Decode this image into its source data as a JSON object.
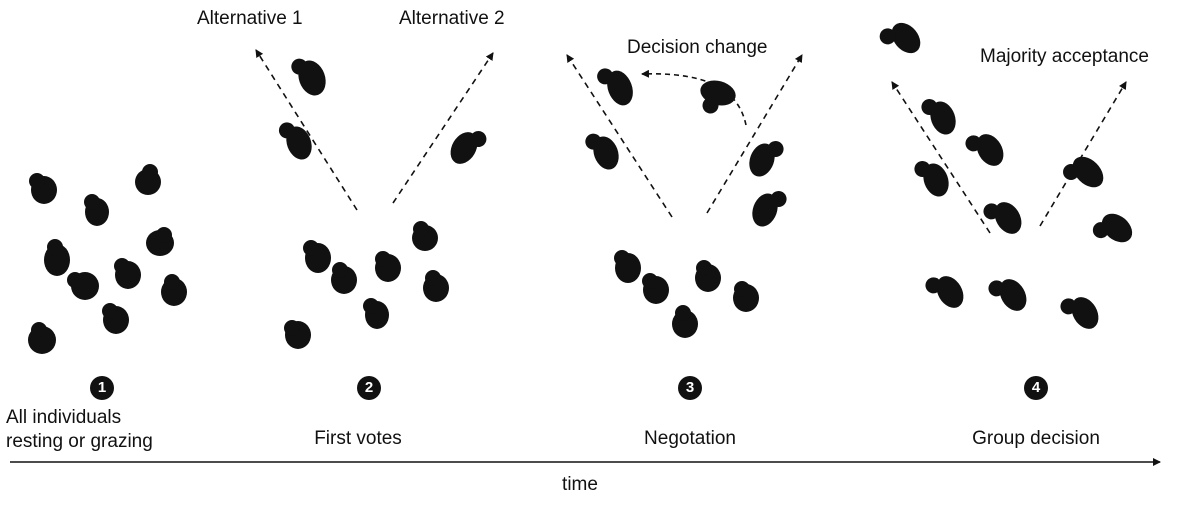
{
  "stages": [
    {
      "number": "1",
      "caption": [
        "All individuals",
        "resting or grazing"
      ]
    },
    {
      "number": "2",
      "caption": [
        "First votes"
      ]
    },
    {
      "number": "3",
      "caption": [
        "Negotation"
      ]
    },
    {
      "number": "4",
      "caption": [
        "Group decision"
      ]
    }
  ],
  "annotations": {
    "alternative_1": "Alternative 1",
    "alternative_2": "Alternative 2",
    "decision_change": "Decision change",
    "majority_acceptance": "Majority acceptance"
  },
  "axis": {
    "label": "time"
  },
  "colors": {
    "ink": "#111111",
    "background": "#ffffff"
  }
}
